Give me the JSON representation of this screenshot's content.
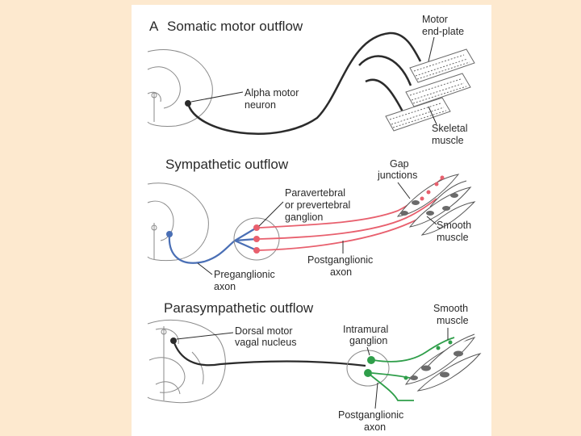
{
  "panels": {
    "somatic": {
      "letter": "A",
      "title": "Somatic motor outflow",
      "labels": {
        "end_plate_1": "Motor",
        "end_plate_2": "end-plate",
        "neuron_1": "Alpha motor",
        "neuron_2": "neuron",
        "muscle_1": "Skeletal",
        "muscle_2": "muscle"
      }
    },
    "sympathetic": {
      "title": "Sympathetic outflow",
      "labels": {
        "gap_1": "Gap",
        "gap_2": "junctions",
        "ganglion_1": "Paravertebral",
        "ganglion_2": "or prevertebral",
        "ganglion_3": "ganglion",
        "smooth_1": "Smooth",
        "smooth_2": "muscle",
        "post_1": "Postganglionic",
        "post_2": "axon",
        "pre_1": "Preganglionic",
        "pre_2": "axon"
      }
    },
    "parasympathetic": {
      "title": "Parasympathetic outflow",
      "labels": {
        "smooth_1": "Smooth",
        "smooth_2": "muscle",
        "dorsal_1": "Dorsal motor",
        "dorsal_2": "vagal nucleus",
        "intramural_1": "Intramural",
        "intramural_2": "ganglion",
        "post_1": "Postganglionic",
        "post_2": "axon"
      }
    }
  },
  "colors": {
    "background": "#fde9cf",
    "somatic_axon": "#2b2b2b",
    "sympathetic_pre": "#4a6fb5",
    "sympathetic_post": "#e8606e",
    "parasympathetic_post": "#2f9e4a",
    "outline": "#8a8a8a"
  }
}
